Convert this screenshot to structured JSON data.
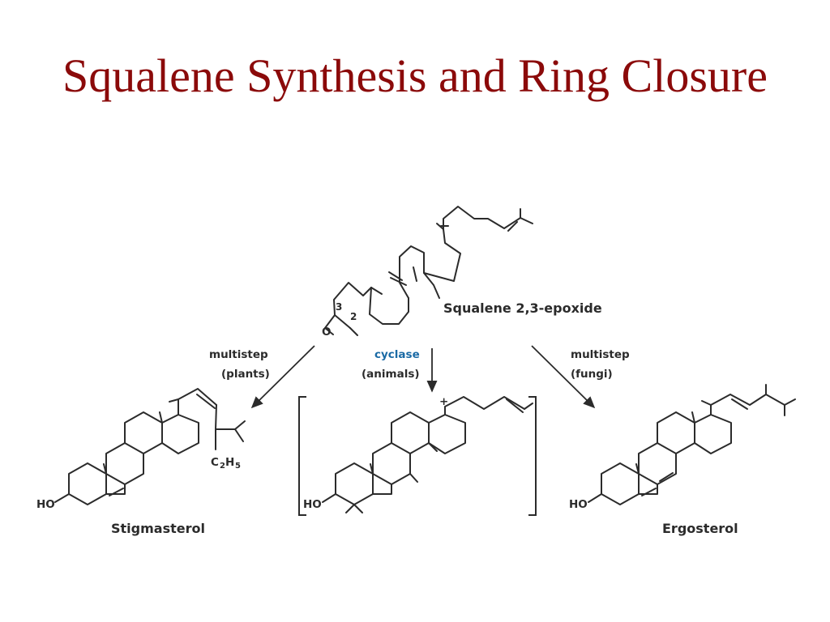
{
  "title": "Squalene Synthesis and Ring Closure",
  "colors": {
    "title": "#8b0a0a",
    "enzyme": "#1a6aa5",
    "ink": "#2b2b2b"
  },
  "molecules": {
    "squalene_epoxide": {
      "name": "Squalene 2,3-epoxide",
      "atom_o": "O",
      "num_3": "3",
      "num_2": "2"
    },
    "stigmasterol": {
      "name": "Stigmasterol",
      "ho": "HO",
      "sub_c": "C",
      "sub_2": "2",
      "sub_h": "H",
      "sub_5": "5"
    },
    "intermediate": {
      "ho": "HO",
      "charge": "+"
    },
    "ergosterol": {
      "name": "Ergosterol",
      "ho": "HO"
    }
  },
  "arrows": {
    "left": {
      "line1": "multistep",
      "line2": "(plants)"
    },
    "center": {
      "enzyme": "cyclase",
      "organism": "(animals)"
    },
    "right": {
      "line1": "multistep",
      "line2": "(fungi)"
    }
  }
}
